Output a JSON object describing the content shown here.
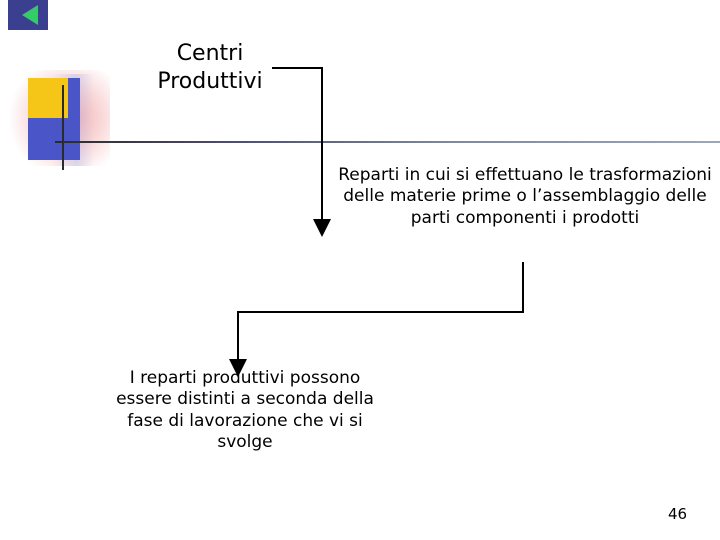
{
  "slide": {
    "title": "Centri\nProduttivi",
    "title_line1": "Centri",
    "title_line2": "Produttivi",
    "page_number": "46",
    "blocks": {
      "right_text": "Reparti in cui si effettuano le trasformazioni delle materie prime o l’assemblaggio delle parti componenti i prodotti",
      "left_text": "I reparti produttivi possono essere distinti a seconda della fase di lavorazione che vi si svolge"
    },
    "colors": {
      "text": "#000000",
      "rule_dark": "#2b2b2b",
      "rule_light": "#9aa8b8",
      "accent_yellow": "#f5c518",
      "accent_blue": "#4a56c8",
      "accent_green": "#33cc66",
      "accent_navy": "#3b3f8f",
      "accent_pink": "#f4aaaa",
      "arrow": "#000000",
      "background": "#ffffff"
    },
    "icons": {
      "back": "back-arrow-icon",
      "connector_title_to_right": "elbow-arrow-down-icon",
      "connector_right_to_left": "elbow-arrow-down-left-icon"
    }
  }
}
